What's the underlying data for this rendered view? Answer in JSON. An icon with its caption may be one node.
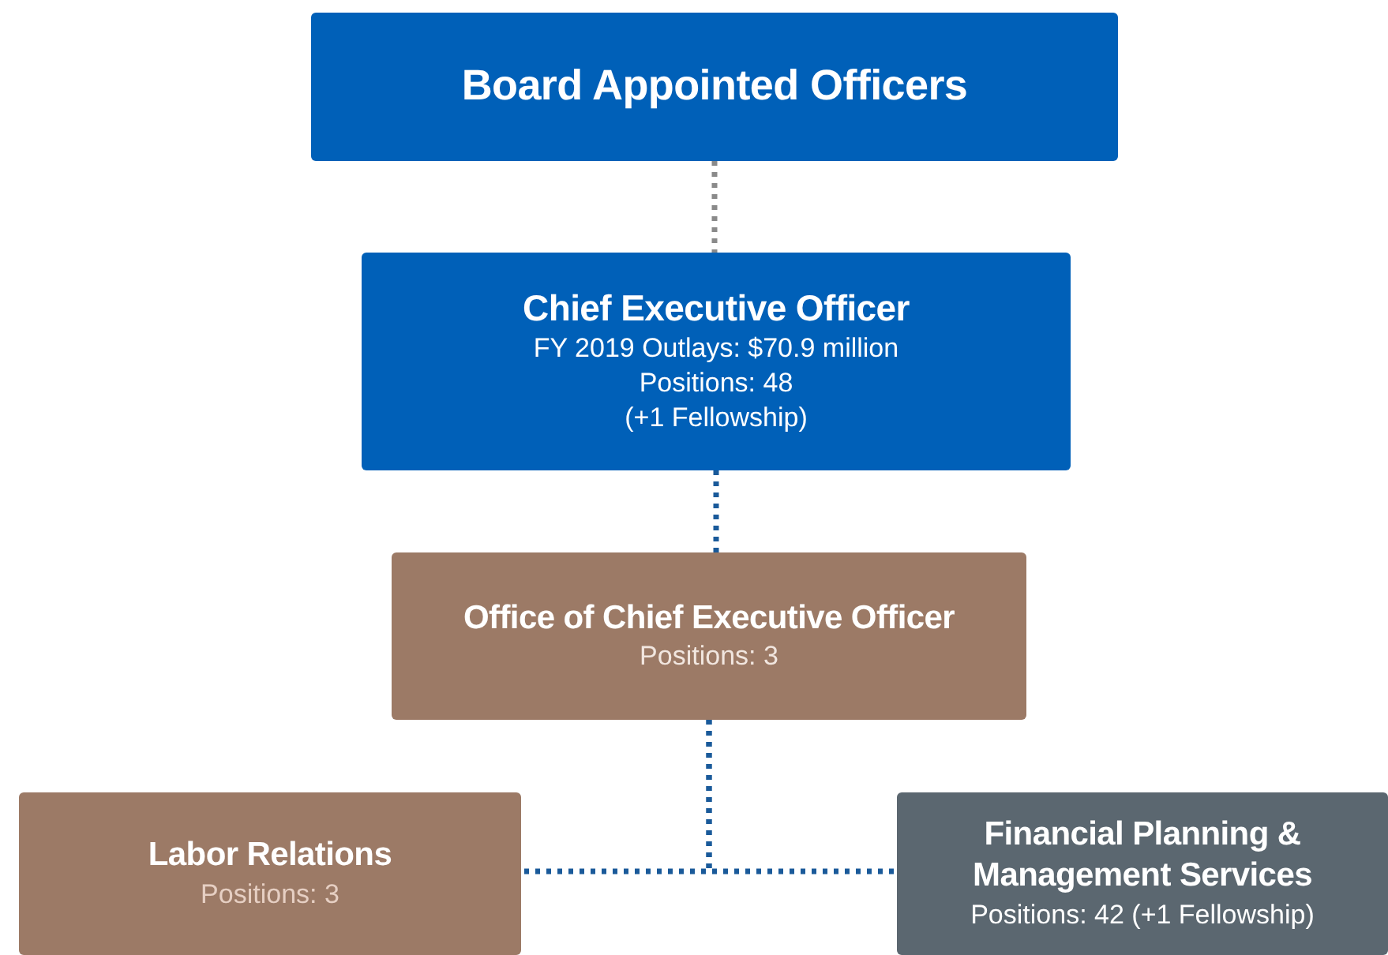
{
  "diagram": {
    "nodes": [
      {
        "text": [
          "Board Appointed Officers"
        ]
      },
      {
        "text": [
          "Chief Executive Officer",
          "FY 2019 Outlays: $70.9 million",
          "Positions: 48",
          "(+1 Fellowship)"
        ]
      },
      {
        "text": [
          "Office of Chief Executive Officer",
          "Positions: 3"
        ]
      },
      {
        "text": [
          "Labor Relations",
          "Positions: 3"
        ]
      },
      {
        "text": [
          "Financial Planning & Management Services",
          "Positions: 42 (+1 Fellowship)"
        ]
      }
    ],
    "edges": [
      {
        "from": 0,
        "to": 1,
        "arrow": "none",
        "style": "dashed",
        "color": "#8a8a8a"
      },
      {
        "from": 1,
        "to": 2,
        "arrow": "none",
        "style": "dashed"
      },
      {
        "from": 2,
        "to": 3,
        "arrow": "none",
        "style": "dashed"
      },
      {
        "from": 2,
        "to": 4,
        "arrow": "none",
        "style": "dashed"
      }
    ]
  }
}
